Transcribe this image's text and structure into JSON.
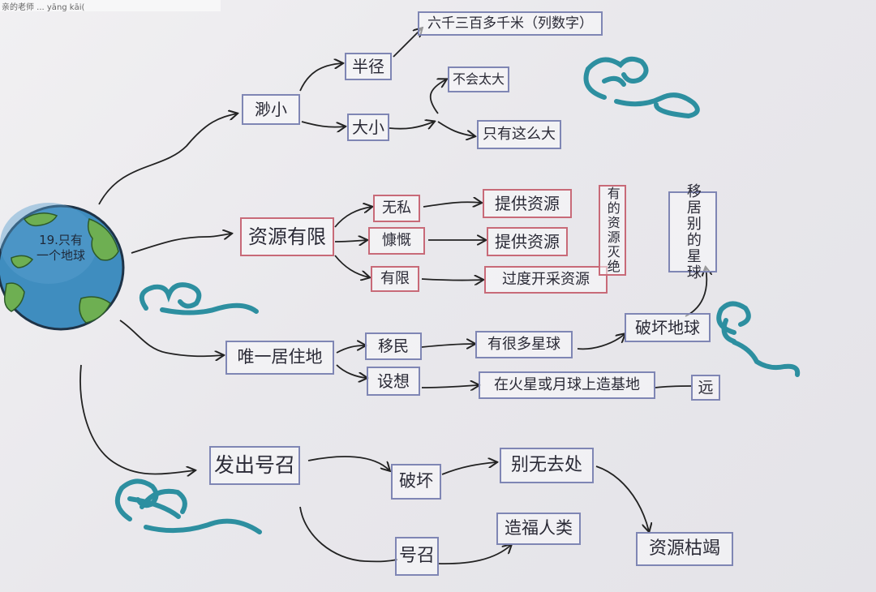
{
  "header_strip": "亲的老师 ... yāng kāi(",
  "earth": {
    "line1": "19.只有",
    "line2": "一个地球"
  },
  "nodes": {
    "tiny": "渺小",
    "radius": "半径",
    "radius_detail": "六千三百多千米（列数字）",
    "size": "大小",
    "not_big": "不会太大",
    "only_that_big": "只有这么大",
    "limited_resources": "资源有限",
    "no_reg": "无私",
    "kang_kai": "慷慨",
    "provide_1": "提供资源",
    "provide_2": "提供资源",
    "limited": "有限",
    "overexploit": "过度开采资源",
    "some_resources": "有的资源灭绝",
    "planet_moves": "移居别的星球",
    "only_home": "唯一居住地",
    "migration": "移民",
    "no_planet": "有很多星球",
    "destroy_earth": "破坏地球",
    "idea": "设想",
    "moon_base": "在火星或月球上造基地",
    "far": "远",
    "call": "发出号召",
    "damage": "破坏",
    "nowhere": "别无去处",
    "benefit": "造福人类",
    "call_2": "号召",
    "exhausted": "资源枯竭"
  },
  "colors": {
    "box_blue": "#7f86b4",
    "box_red": "#c86a78",
    "ink": "#2a2a36",
    "cloud": "#2d8fa0",
    "earth_ocean": "#3b88b8",
    "earth_land": "#6eaf52"
  }
}
